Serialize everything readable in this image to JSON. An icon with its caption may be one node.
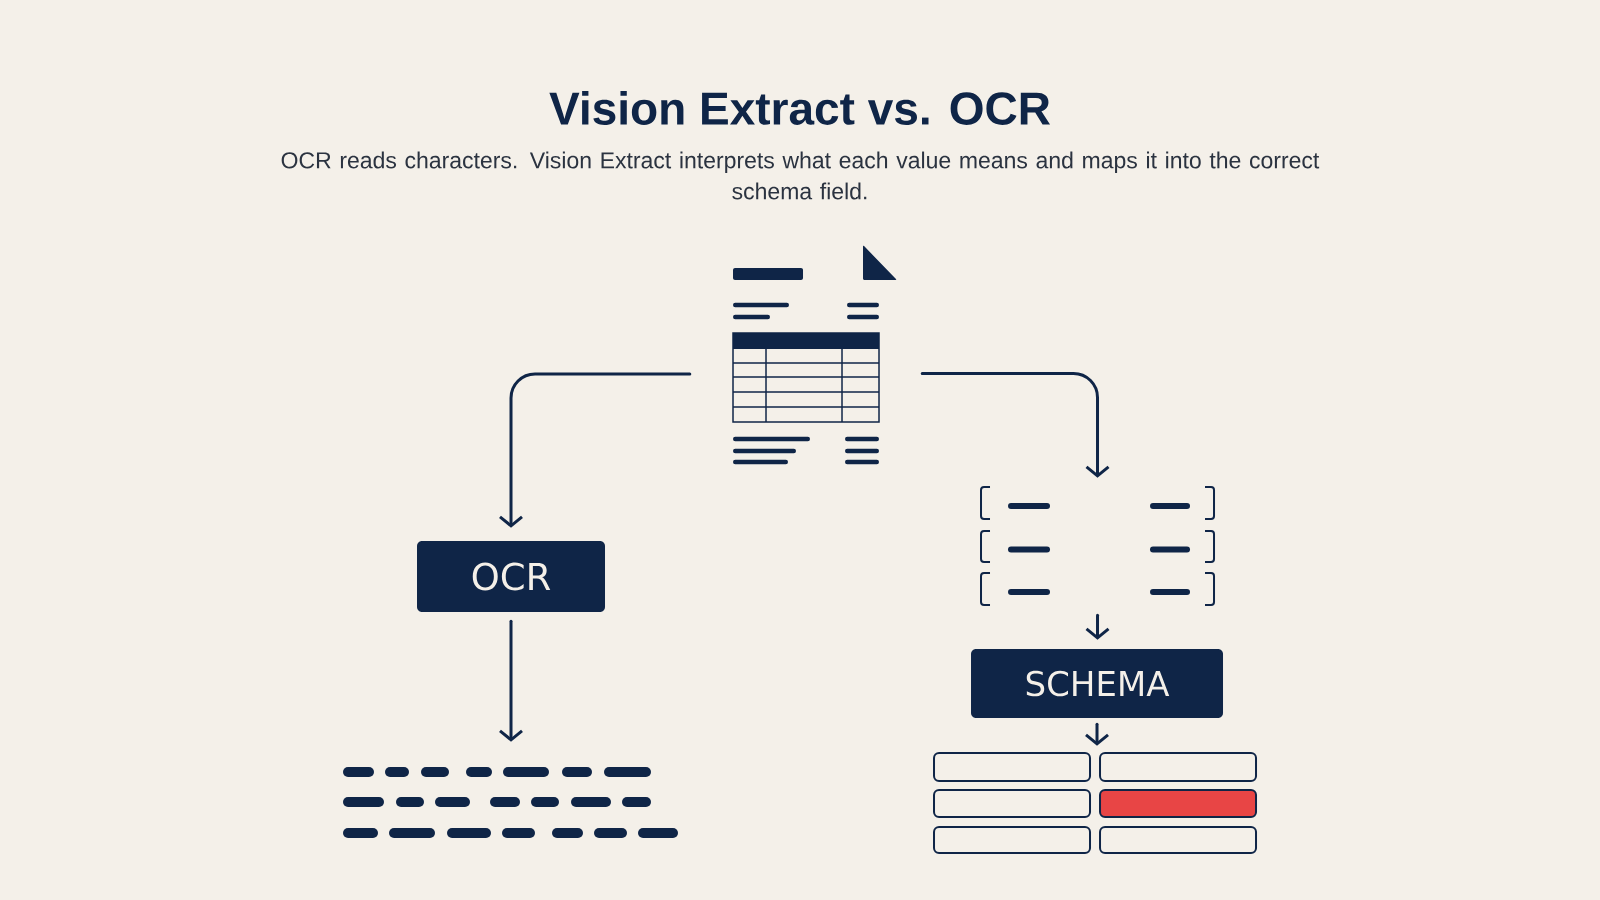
{
  "diagram": {
    "title": "Vision Extract vs. OCR",
    "nodes": [
      {
        "text": [],
        "shape": "picture"
      },
      {
        "text": [
          "OCR"
        ]
      },
      {
        "text": [],
        "shape": "picture"
      },
      {
        "text": [],
        "shape": "picture"
      },
      {
        "text": [
          "SCHEMA"
        ]
      },
      {
        "text": [],
        "shape": "picture"
      }
    ],
    "edges": [
      {
        "from": 0,
        "to": 1,
        "arrow": "to"
      },
      {
        "from": 1,
        "to": 2,
        "arrow": "to"
      },
      {
        "from": 0,
        "to": 3,
        "arrow": "to"
      },
      {
        "from": 3,
        "to": 4,
        "arrow": "to"
      },
      {
        "from": 4,
        "to": 5,
        "arrow": "to"
      }
    ],
    "labels": [
      "OCR reads characters. Vision Extract interprets what each value means and maps it into the correct schema field."
    ]
  }
}
